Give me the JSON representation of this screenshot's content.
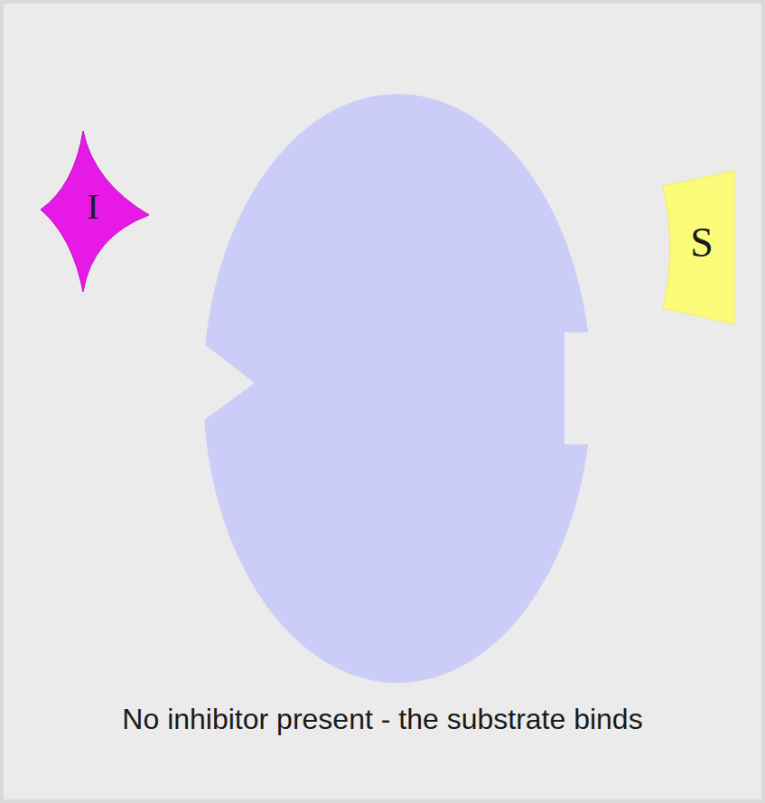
{
  "diagram": {
    "caption": "No inhibitor present - the substrate binds",
    "nodes": [
      {
        "text": [
          "I"
        ]
      },
      {
        "text": [
          "S"
        ]
      }
    ]
  }
}
